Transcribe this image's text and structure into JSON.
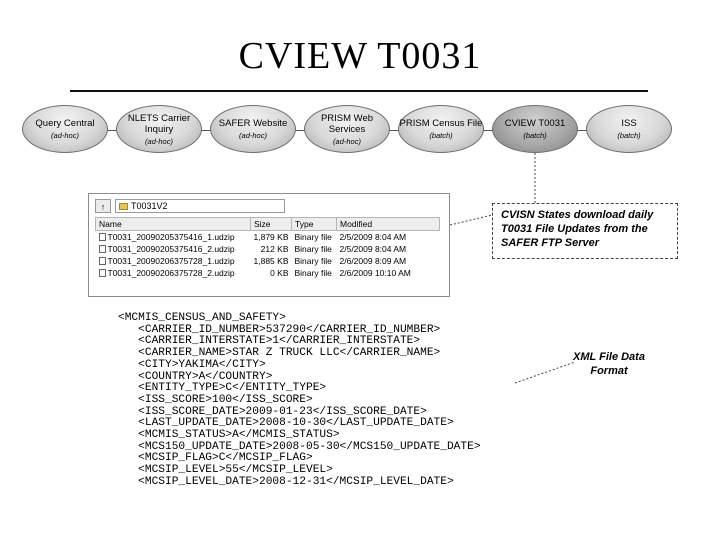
{
  "title": "CVIEW T0031",
  "nodes": [
    {
      "label": "Query Central",
      "sub": "(ad-hoc)"
    },
    {
      "label": "NLETS Carrier Inquiry",
      "sub": "(ad-hoc)"
    },
    {
      "label": "SAFER Website",
      "sub": "(ad-hoc)"
    },
    {
      "label": "PRISM Web Services",
      "sub": "(ad-hoc)"
    },
    {
      "label": "PRISM Census File",
      "sub": "(batch)"
    },
    {
      "label": "CVIEW T0031",
      "sub": "(batch)"
    },
    {
      "label": "ISS",
      "sub": "(batch)"
    }
  ],
  "explorer": {
    "path": "T0031V2",
    "columns": [
      "Name",
      "Size",
      "Type",
      "Modified"
    ],
    "rows": [
      {
        "name": "T0031_20090205375416_1.udzip",
        "size": "1,879 KB",
        "type": "Binary file",
        "modified": "2/5/2009 8:04 AM"
      },
      {
        "name": "T0031_20090205375416_2.udzip",
        "size": "212 KB",
        "type": "Binary file",
        "modified": "2/5/2009 8:04 AM"
      },
      {
        "name": "T0031_20090206375728_1.udzip",
        "size": "1,885 KB",
        "type": "Binary file",
        "modified": "2/6/2009 8:09 AM"
      },
      {
        "name": "T0031_20090206375728_2.udzip",
        "size": "0 KB",
        "type": "Binary file",
        "modified": "2/6/2009 10:10 AM"
      }
    ]
  },
  "notes": {
    "download": "CVISN States download daily T0031 File Updates from the SAFER FTP Server",
    "xml": "XML File Data Format"
  },
  "xml_lines": [
    "<MCMIS_CENSUS_AND_SAFETY>",
    "   <CARRIER_ID_NUMBER>537290</CARRIER_ID_NUMBER>",
    "   <CARRIER_INTERSTATE>1</CARRIER_INTERSTATE>",
    "   <CARRIER_NAME>STAR Z TRUCK LLC</CARRIER_NAME>",
    "   <CITY>YAKIMA</CITY>",
    "   <COUNTRY>A</COUNTRY>",
    "   <ENTITY_TYPE>C</ENTITY_TYPE>",
    "   <ISS_SCORE>100</ISS_SCORE>",
    "   <ISS_SCORE_DATE>2009-01-23</ISS_SCORE_DATE>",
    "   <LAST_UPDATE_DATE>2008-10-30</LAST_UPDATE_DATE>",
    "   <MCMIS_STATUS>A</MCMIS_STATUS>",
    "   <MCS150_UPDATE_DATE>2008-05-30</MCS150_UPDATE_DATE>",
    "   <MCSIP_FLAG>C</MCSIP_FLAG>",
    "   <MCSIP_LEVEL>55</MCSIP_LEVEL>",
    "   <MCSIP_LEVEL_DATE>2008-12-31</MCSIP_LEVEL_DATE>"
  ]
}
